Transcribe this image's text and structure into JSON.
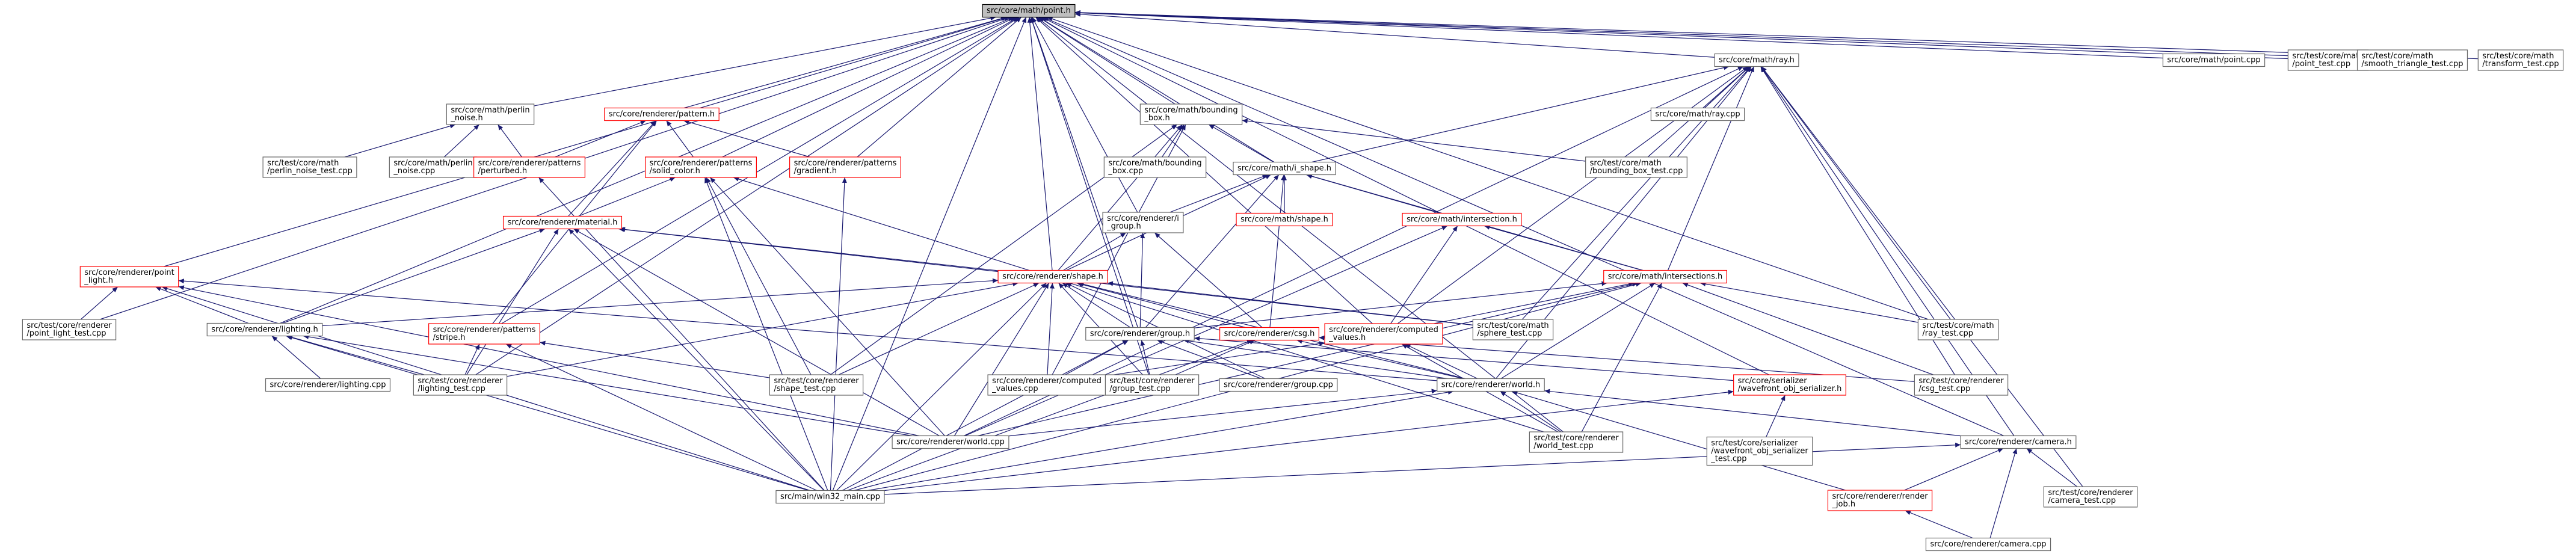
{
  "graph": {
    "nodes": [
      {
        "id": "point_h",
        "lines": [
          "src/core/math/point.h"
        ],
        "style": "root"
      },
      {
        "id": "perlin_noise_h",
        "lines": [
          "src/core/math/perlin",
          "_noise.h"
        ],
        "style": "normal"
      },
      {
        "id": "pattern_h",
        "lines": [
          "src/core/renderer/pattern.h"
        ],
        "style": "red"
      },
      {
        "id": "bounding_box_h",
        "lines": [
          "src/core/math/bounding",
          "_box.h"
        ],
        "style": "normal"
      },
      {
        "id": "ray_h",
        "lines": [
          "src/core/math/ray.h"
        ],
        "style": "normal"
      },
      {
        "id": "point_cpp",
        "lines": [
          "src/core/math/point.cpp"
        ],
        "style": "normal"
      },
      {
        "id": "point_test_cpp",
        "lines": [
          "src/test/core/math",
          "/point_test.cpp"
        ],
        "style": "normal"
      },
      {
        "id": "smooth_triangle_test_cpp",
        "lines": [
          "src/test/core/math",
          "/smooth_triangle_test.cpp"
        ],
        "style": "normal"
      },
      {
        "id": "transform_test_cpp",
        "lines": [
          "src/test/core/math",
          "/transform_test.cpp"
        ],
        "style": "normal"
      },
      {
        "id": "perlin_noise_test_cpp",
        "lines": [
          "src/test/core/math",
          "/perlin_noise_test.cpp"
        ],
        "style": "normal"
      },
      {
        "id": "perlin_noise_cpp",
        "lines": [
          "src/core/math/perlin",
          "_noise.cpp"
        ],
        "style": "normal"
      },
      {
        "id": "perturbed_h",
        "lines": [
          "src/core/renderer/patterns",
          "/perturbed.h"
        ],
        "style": "red"
      },
      {
        "id": "solid_color_h",
        "lines": [
          "src/core/renderer/patterns",
          "/solid_color.h"
        ],
        "style": "red"
      },
      {
        "id": "gradient_h",
        "lines": [
          "src/core/renderer/patterns",
          "/gradient.h"
        ],
        "style": "red"
      },
      {
        "id": "bounding_box_cpp",
        "lines": [
          "src/core/math/bounding",
          "_box.cpp"
        ],
        "style": "normal"
      },
      {
        "id": "i_shape_h",
        "lines": [
          "src/core/math/i_shape.h"
        ],
        "style": "normal"
      },
      {
        "id": "bounding_box_test_cpp",
        "lines": [
          "src/test/core/math",
          "/bounding_box_test.cpp"
        ],
        "style": "normal"
      },
      {
        "id": "ray_cpp",
        "lines": [
          "src/core/math/ray.cpp"
        ],
        "style": "normal"
      },
      {
        "id": "material_h",
        "lines": [
          "src/core/renderer/material.h"
        ],
        "style": "red"
      },
      {
        "id": "i_group_h",
        "lines": [
          "src/core/renderer/i",
          "_group.h"
        ],
        "style": "normal"
      },
      {
        "id": "shape_h_math",
        "lines": [
          "src/core/math/shape.h"
        ],
        "style": "red"
      },
      {
        "id": "intersection_h",
        "lines": [
          "src/core/math/intersection.h"
        ],
        "style": "red"
      },
      {
        "id": "shape_h",
        "lines": [
          "src/core/renderer/shape.h"
        ],
        "style": "red"
      },
      {
        "id": "intersections_h",
        "lines": [
          "src/core/math/intersections.h"
        ],
        "style": "red"
      },
      {
        "id": "point_light_h",
        "lines": [
          "src/core/renderer/point",
          "_light.h"
        ],
        "style": "red"
      },
      {
        "id": "point_light_test_cpp",
        "lines": [
          "src/test/core/renderer",
          "/point_light_test.cpp"
        ],
        "style": "normal"
      },
      {
        "id": "lighting_h",
        "lines": [
          "src/core/renderer/lighting.h"
        ],
        "style": "normal"
      },
      {
        "id": "lighting_cpp",
        "lines": [
          "src/core/renderer/lighting.cpp"
        ],
        "style": "normal"
      },
      {
        "id": "stripe_h",
        "lines": [
          "src/core/renderer/patterns",
          "/stripe.h"
        ],
        "style": "red"
      },
      {
        "id": "lighting_test_cpp",
        "lines": [
          "src/test/core/renderer",
          "/lighting_test.cpp"
        ],
        "style": "normal"
      },
      {
        "id": "shape_test_cpp",
        "lines": [
          "src/test/core/renderer",
          "/shape_test.cpp"
        ],
        "style": "normal"
      },
      {
        "id": "group_h",
        "lines": [
          "src/core/renderer/group.h"
        ],
        "style": "normal"
      },
      {
        "id": "csg_h",
        "lines": [
          "src/core/renderer/csg.h"
        ],
        "style": "red"
      },
      {
        "id": "computed_values_h",
        "lines": [
          "src/core/renderer/computed",
          "_values.h"
        ],
        "style": "red"
      },
      {
        "id": "sphere_test_cpp",
        "lines": [
          "src/test/core/math",
          "/sphere_test.cpp"
        ],
        "style": "normal"
      },
      {
        "id": "ray_test_cpp",
        "lines": [
          "src/test/core/math",
          "/ray_test.cpp"
        ],
        "style": "normal"
      },
      {
        "id": "computed_values_cpp",
        "lines": [
          "src/core/renderer/computed",
          "_values.cpp"
        ],
        "style": "normal"
      },
      {
        "id": "group_test_cpp",
        "lines": [
          "src/test/core/renderer",
          "/group_test.cpp"
        ],
        "style": "normal"
      },
      {
        "id": "group_cpp",
        "lines": [
          "src/core/renderer/group.cpp"
        ],
        "style": "normal"
      },
      {
        "id": "world_h",
        "lines": [
          "src/core/renderer/world.h"
        ],
        "style": "normal"
      },
      {
        "id": "wavefront_h",
        "lines": [
          "src/core/serializer",
          "/wavefront_obj_serializer.h"
        ],
        "style": "red"
      },
      {
        "id": "csg_test_cpp",
        "lines": [
          "src/test/core/renderer",
          "/csg_test.cpp"
        ],
        "style": "normal"
      },
      {
        "id": "world_cpp",
        "lines": [
          "src/core/renderer/world.cpp"
        ],
        "style": "normal"
      },
      {
        "id": "world_test_cpp",
        "lines": [
          "src/test/core/renderer",
          "/world_test.cpp"
        ],
        "style": "normal"
      },
      {
        "id": "wavefront_test_cpp",
        "lines": [
          "src/test/core/serializer",
          "/wavefront_obj_serializer",
          "_test.cpp"
        ],
        "style": "normal"
      },
      {
        "id": "camera_h",
        "lines": [
          "src/core/renderer/camera.h"
        ],
        "style": "normal"
      },
      {
        "id": "win32_main_cpp",
        "lines": [
          "src/main/win32_main.cpp"
        ],
        "style": "normal"
      },
      {
        "id": "render_job_h",
        "lines": [
          "src/core/renderer/render",
          "_job.h"
        ],
        "style": "red"
      },
      {
        "id": "camera_test_cpp",
        "lines": [
          "src/test/core/renderer",
          "/camera_test.cpp"
        ],
        "style": "normal"
      },
      {
        "id": "camera_cpp",
        "lines": [
          "src/core/renderer/camera.cpp"
        ],
        "style": "normal"
      }
    ],
    "edges": [
      [
        "point_h",
        "perlin_noise_h"
      ],
      [
        "point_h",
        "pattern_h"
      ],
      [
        "point_h",
        "bounding_box_h"
      ],
      [
        "point_h",
        "ray_h"
      ],
      [
        "point_h",
        "point_cpp"
      ],
      [
        "point_h",
        "point_test_cpp"
      ],
      [
        "point_h",
        "smooth_triangle_test_cpp"
      ],
      [
        "point_h",
        "transform_test_cpp"
      ],
      [
        "point_h",
        "solid_color_h"
      ],
      [
        "point_h",
        "gradient_h"
      ],
      [
        "point_h",
        "i_shape_h"
      ],
      [
        "point_h",
        "i_group_h"
      ],
      [
        "point_h",
        "shape_h"
      ],
      [
        "point_h",
        "point_light_h"
      ],
      [
        "point_h",
        "point_light_test_cpp"
      ],
      [
        "point_h",
        "lighting_h"
      ],
      [
        "point_h",
        "stripe_h"
      ],
      [
        "point_h",
        "group_h"
      ],
      [
        "point_h",
        "computed_values_h"
      ],
      [
        "point_h",
        "ray_test_cpp"
      ],
      [
        "point_h",
        "wavefront_h"
      ],
      [
        "point_h",
        "world_test_cpp"
      ],
      [
        "point_h",
        "camera_h"
      ],
      [
        "point_h",
        "win32_main_cpp"
      ],
      [
        "point_h",
        "lighting_test_cpp"
      ],
      [
        "point_h",
        "group_test_cpp"
      ],
      [
        "perlin_noise_h",
        "perlin_noise_test_cpp"
      ],
      [
        "perlin_noise_h",
        "perlin_noise_cpp"
      ],
      [
        "perlin_noise_h",
        "perturbed_h"
      ],
      [
        "pattern_h",
        "perturbed_h"
      ],
      [
        "pattern_h",
        "solid_color_h"
      ],
      [
        "pattern_h",
        "gradient_h"
      ],
      [
        "pattern_h",
        "material_h"
      ],
      [
        "pattern_h",
        "stripe_h"
      ],
      [
        "perturbed_h",
        "win32_main_cpp"
      ],
      [
        "solid_color_h",
        "material_h"
      ],
      [
        "solid_color_h",
        "win32_main_cpp"
      ],
      [
        "solid_color_h",
        "world_cpp"
      ],
      [
        "solid_color_h",
        "shape_test_cpp"
      ],
      [
        "solid_color_h",
        "world_test_cpp"
      ],
      [
        "gradient_h",
        "win32_main_cpp"
      ],
      [
        "bounding_box_h",
        "bounding_box_cpp"
      ],
      [
        "bounding_box_h",
        "i_shape_h"
      ],
      [
        "bounding_box_h",
        "bounding_box_test_cpp"
      ],
      [
        "bounding_box_h",
        "shape_h"
      ],
      [
        "bounding_box_h",
        "computed_values_cpp"
      ],
      [
        "bounding_box_h",
        "shape_test_cpp"
      ],
      [
        "ray_h",
        "ray_cpp"
      ],
      [
        "ray_h",
        "i_shape_h"
      ],
      [
        "ray_h",
        "intersections_h"
      ],
      [
        "ray_h",
        "sphere_test_cpp"
      ],
      [
        "ray_h",
        "ray_test_cpp"
      ],
      [
        "ray_h",
        "computed_values_h"
      ],
      [
        "ray_h",
        "world_h"
      ],
      [
        "ray_h",
        "csg_test_cpp"
      ],
      [
        "ray_h",
        "camera_h"
      ],
      [
        "ray_h",
        "camera_test_cpp"
      ],
      [
        "ray_h",
        "bounding_box_test_cpp"
      ],
      [
        "ray_h",
        "world_cpp"
      ],
      [
        "i_shape_h",
        "i_group_h"
      ],
      [
        "i_shape_h",
        "shape_h_math"
      ],
      [
        "i_shape_h",
        "intersection_h"
      ],
      [
        "i_shape_h",
        "shape_h"
      ],
      [
        "i_shape_h",
        "intersections_h"
      ],
      [
        "i_shape_h",
        "group_h"
      ],
      [
        "i_shape_h",
        "csg_h"
      ],
      [
        "material_h",
        "shape_h"
      ],
      [
        "material_h",
        "lighting_h"
      ],
      [
        "material_h",
        "lighting_test_cpp"
      ],
      [
        "material_h",
        "world_cpp"
      ],
      [
        "material_h",
        "win32_main_cpp"
      ],
      [
        "material_h",
        "sphere_test_cpp"
      ],
      [
        "i_group_h",
        "shape_h"
      ],
      [
        "i_group_h",
        "group_h"
      ],
      [
        "i_group_h",
        "csg_h"
      ],
      [
        "intersection_h",
        "intersections_h"
      ],
      [
        "intersection_h",
        "computed_values_h"
      ],
      [
        "intersection_h",
        "world_cpp"
      ],
      [
        "shape_h",
        "group_h"
      ],
      [
        "shape_h",
        "csg_h"
      ],
      [
        "shape_h",
        "lighting_h"
      ],
      [
        "shape_h",
        "shape_test_cpp"
      ],
      [
        "shape_h",
        "computed_values_cpp"
      ],
      [
        "shape_h",
        "group_test_cpp"
      ],
      [
        "shape_h",
        "world_h"
      ],
      [
        "shape_h",
        "win32_main_cpp"
      ],
      [
        "shape_h",
        "sphere_test_cpp"
      ],
      [
        "shape_h",
        "lighting_test_cpp"
      ],
      [
        "shape_h",
        "world_cpp"
      ],
      [
        "shape_h",
        "group_cpp"
      ],
      [
        "intersections_h",
        "computed_values_h"
      ],
      [
        "intersections_h",
        "world_h"
      ],
      [
        "intersections_h",
        "csg_test_cpp"
      ],
      [
        "intersections_h",
        "ray_test_cpp"
      ],
      [
        "intersections_h",
        "world_test_cpp"
      ],
      [
        "intersections_h",
        "win32_main_cpp"
      ],
      [
        "intersections_h",
        "group_h"
      ],
      [
        "intersections_h",
        "world_cpp"
      ],
      [
        "point_light_h",
        "point_light_test_cpp"
      ],
      [
        "point_light_h",
        "lighting_h"
      ],
      [
        "point_light_h",
        "world_cpp"
      ],
      [
        "point_light_h",
        "win32_main_cpp"
      ],
      [
        "point_light_h",
        "world_h"
      ],
      [
        "lighting_h",
        "lighting_cpp"
      ],
      [
        "lighting_h",
        "lighting_test_cpp"
      ],
      [
        "lighting_h",
        "world_cpp"
      ],
      [
        "lighting_h",
        "win32_main_cpp"
      ],
      [
        "stripe_h",
        "lighting_test_cpp"
      ],
      [
        "stripe_h",
        "win32_main_cpp"
      ],
      [
        "stripe_h",
        "shape_test_cpp"
      ],
      [
        "group_h",
        "computed_values_cpp"
      ],
      [
        "group_h",
        "group_test_cpp"
      ],
      [
        "group_h",
        "group_cpp"
      ],
      [
        "group_h",
        "world_h"
      ],
      [
        "group_h",
        "wavefront_h"
      ],
      [
        "group_h",
        "win32_main_cpp"
      ],
      [
        "csg_h",
        "csg_test_cpp"
      ],
      [
        "csg_h",
        "world_h"
      ],
      [
        "csg_h",
        "win32_main_cpp"
      ],
      [
        "csg_h",
        "group_test_cpp"
      ],
      [
        "computed_values_h",
        "computed_values_cpp"
      ],
      [
        "computed_values_h",
        "world_h"
      ],
      [
        "computed_values_h",
        "world_test_cpp"
      ],
      [
        "world_h",
        "world_cpp"
      ],
      [
        "world_h",
        "world_test_cpp"
      ],
      [
        "world_h",
        "camera_h"
      ],
      [
        "world_h",
        "render_job_h"
      ],
      [
        "world_h",
        "win32_main_cpp"
      ],
      [
        "wavefront_h",
        "wavefront_test_cpp"
      ],
      [
        "wavefront_h",
        "win32_main_cpp"
      ],
      [
        "camera_h",
        "render_job_h"
      ],
      [
        "camera_h",
        "camera_test_cpp"
      ],
      [
        "camera_h",
        "camera_cpp"
      ],
      [
        "camera_h",
        "win32_main_cpp"
      ],
      [
        "render_job_h",
        "camera_cpp"
      ]
    ]
  }
}
